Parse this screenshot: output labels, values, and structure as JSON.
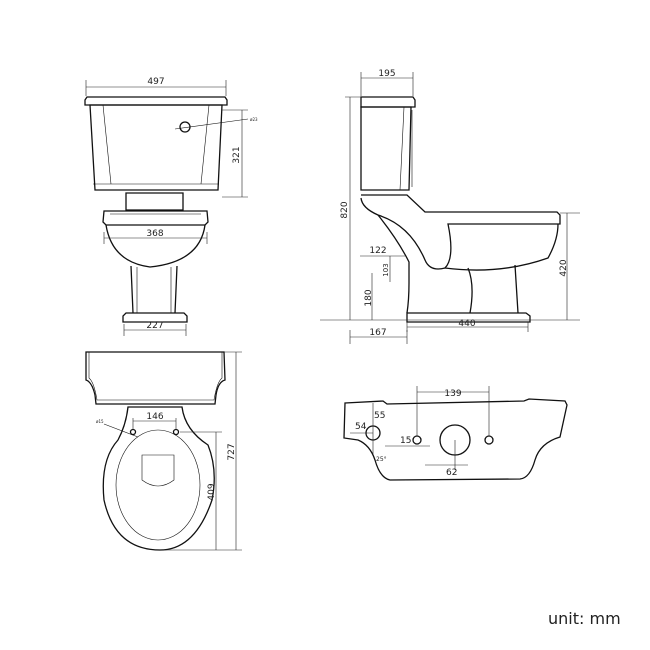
{
  "front_view": {
    "width_tank": "497",
    "tank_height": "321",
    "bowl_width": "368",
    "base_width": "227",
    "button_hole": "ø23"
  },
  "side_view": {
    "tank_depth": "195",
    "overall_height": "820",
    "outlet_offset": "122",
    "outlet_diameter": "103",
    "outlet_height": "180",
    "seat_height": "420",
    "wall_distance": "167",
    "base_length": "440"
  },
  "plan_view": {
    "hinge_spacing": "146",
    "hinge_hole": "ø15",
    "overall_length": "727",
    "bowl_length": "409"
  },
  "tank_top_view": {
    "hole_spacing": "139",
    "inlet_offset_y": "55",
    "inlet_offset_x": "54",
    "hole_diameter": "15",
    "flush_diameter": "62",
    "angle": "25°"
  },
  "unit_label": "unit: mm"
}
